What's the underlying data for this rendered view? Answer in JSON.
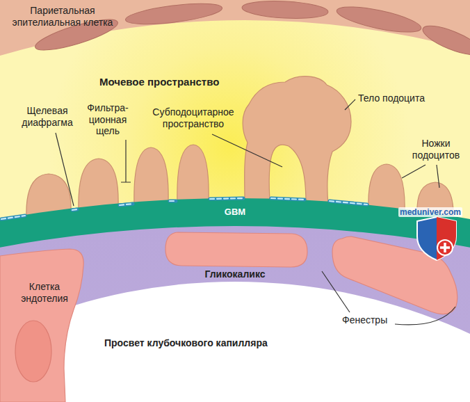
{
  "diagram": {
    "labels": [
      "Париетальная эпителиальная клетка",
      "Мочевое пространство",
      "Тело подоцита",
      "Щелевая диафрагма",
      "Фильтра- ционная щель",
      "Субподоцитарное пространство",
      "Ножки подоцитов",
      "GBM",
      "meduniver.com",
      "Гликокаликс",
      "Клетка эндотелия",
      "Фенестры",
      "Просвет клубочкового капилляра"
    ]
  }
}
